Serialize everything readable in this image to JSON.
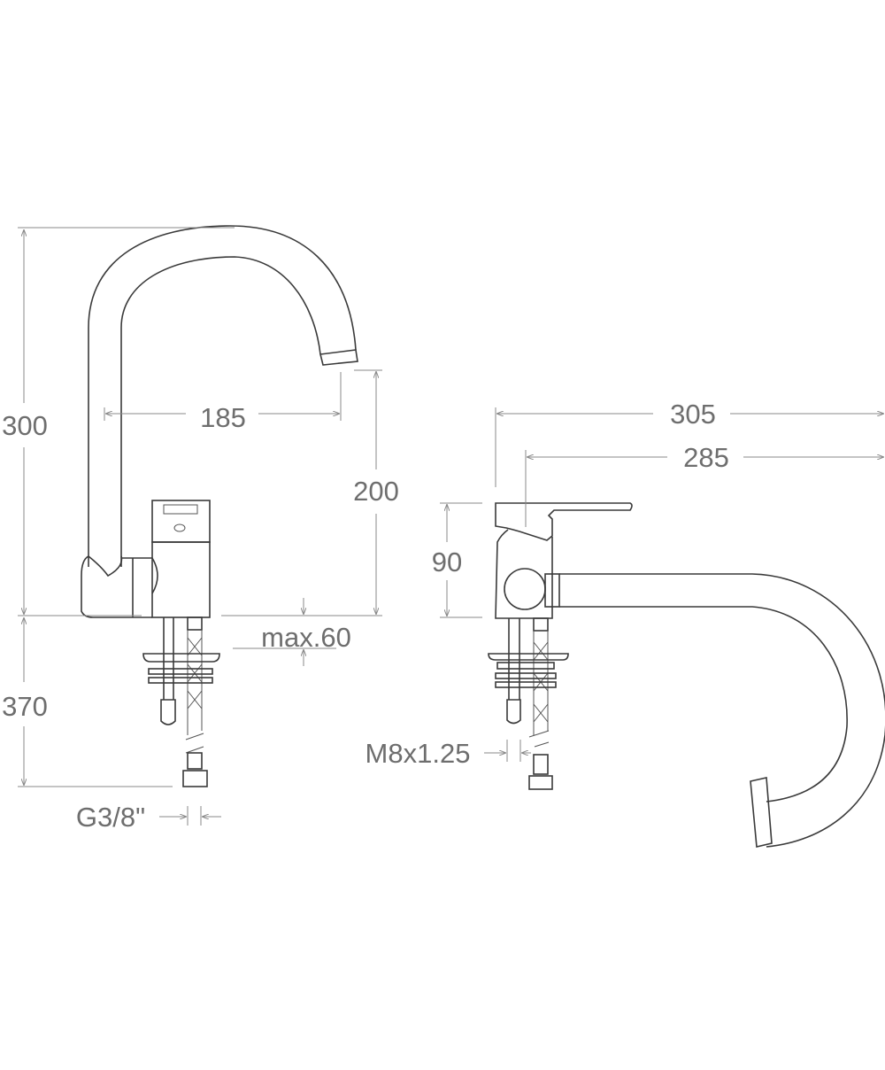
{
  "drawing": {
    "front_view": {
      "dimensions": {
        "total_height": "300",
        "spout_reach": "185",
        "spout_clearance": "200",
        "max_deck_thickness": "max.60",
        "hose_length": "370",
        "connection_thread": "G3/8\""
      }
    },
    "side_view": {
      "dimensions": {
        "overall_length": "305",
        "handle_to_spout_length": "285",
        "body_height": "90",
        "stud_thread": "M8x1.25"
      }
    },
    "colors": {
      "line": "#3a3a3a",
      "dimension": "#8a8a8a",
      "text": "#6e6e6e"
    }
  }
}
